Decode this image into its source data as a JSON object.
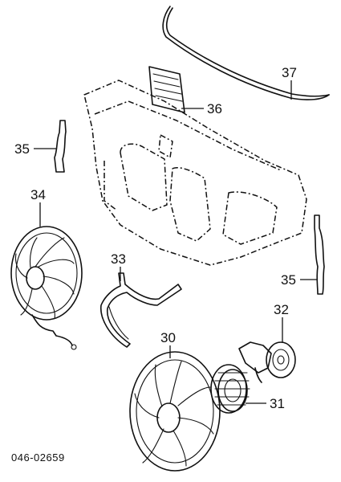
{
  "callouts": {
    "p30": "30",
    "p31": "31",
    "p32": "32",
    "p33": "33",
    "p34": "34",
    "p35_left": "35",
    "p35_right": "35",
    "p36": "36",
    "p37": "37"
  },
  "document_number": "046-02659"
}
